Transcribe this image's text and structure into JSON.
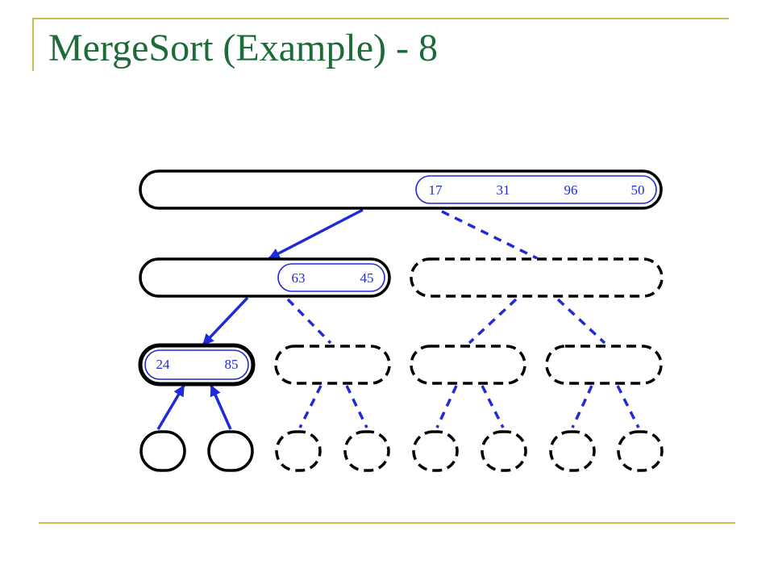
{
  "slide": {
    "title": "MergeSort (Example) - 8",
    "colors": {
      "title": "#1e6b3a",
      "rule": "#cfbc55",
      "active": "#1f2bd6",
      "node_stroke": "#000000"
    }
  },
  "tree": {
    "root": {
      "values": [
        "17",
        "31",
        "96",
        "50"
      ],
      "state": "active"
    },
    "level1": [
      {
        "values": [
          "63",
          "45"
        ],
        "state": "active"
      },
      {
        "values": [],
        "state": "pending"
      }
    ],
    "level2": [
      {
        "values": [
          "24",
          "85"
        ],
        "state": "current"
      },
      {
        "values": [],
        "state": "pending"
      },
      {
        "values": [],
        "state": "pending"
      },
      {
        "values": [],
        "state": "pending"
      }
    ],
    "leaves": [
      "done",
      "done",
      "pending",
      "pending",
      "pending",
      "pending",
      "pending",
      "pending"
    ],
    "edges": {
      "root_to_left": "down-arrow",
      "root_to_right": "dashed",
      "left_to_leftchild": "down-arrow",
      "left_to_rightchild": "dashed",
      "leaves_to_current": "up-arrows",
      "others": "dashed"
    }
  }
}
